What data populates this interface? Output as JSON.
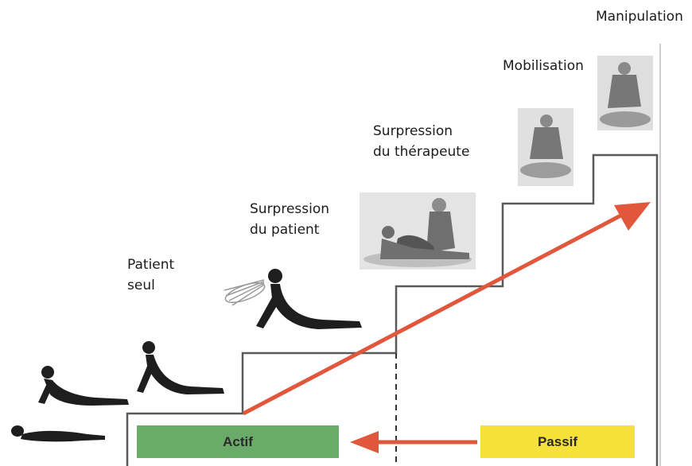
{
  "labels": {
    "manipulation": "Manipulation",
    "mobilisation": "Mobilisation",
    "surpression_therapeute": "Surpression\ndu thérapeute",
    "surpression_patient": "Surpression\ndu patient",
    "patient_seul": "Patient\nseul"
  },
  "boxes": {
    "actif": {
      "label": "Actif",
      "color": "#6aab6a"
    },
    "passif": {
      "label": "Passif",
      "color": "#f6e13a"
    }
  },
  "colors": {
    "arrow": "#e0573b",
    "stairs": "#5a5a5a"
  },
  "icons": [
    "person-lying-prone-icon",
    "person-cobra-pose-icon",
    "therapist-photo-icon"
  ]
}
